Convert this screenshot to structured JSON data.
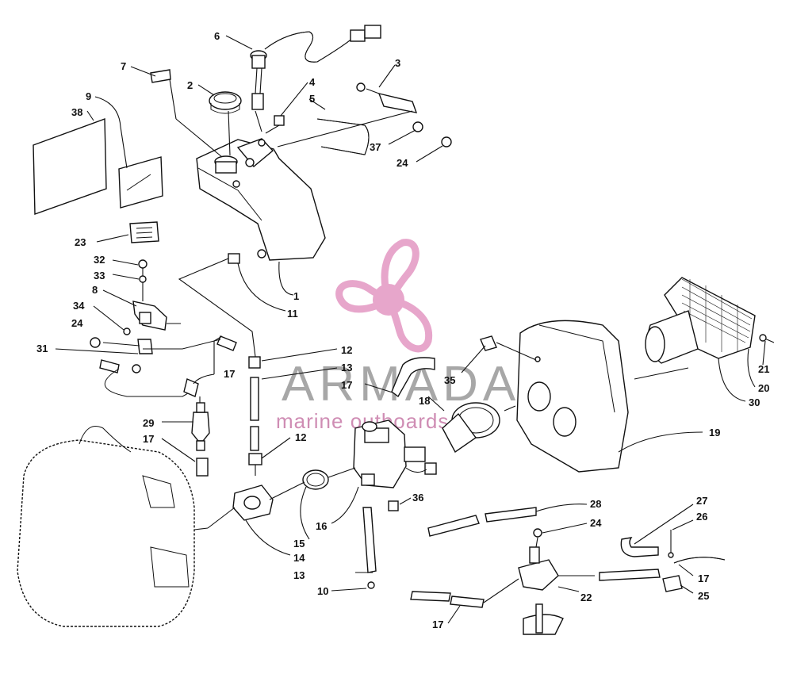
{
  "callouts": [
    {
      "n": "1"
    },
    {
      "n": "2"
    },
    {
      "n": "3"
    },
    {
      "n": "4"
    },
    {
      "n": "5"
    },
    {
      "n": "6"
    },
    {
      "n": "7"
    },
    {
      "n": "8"
    },
    {
      "n": "9"
    },
    {
      "n": "10"
    },
    {
      "n": "11"
    },
    {
      "n": "12"
    },
    {
      "n": "12"
    },
    {
      "n": "13"
    },
    {
      "n": "13"
    },
    {
      "n": "14"
    },
    {
      "n": "15"
    },
    {
      "n": "16"
    },
    {
      "n": "17"
    },
    {
      "n": "17"
    },
    {
      "n": "17"
    },
    {
      "n": "17"
    },
    {
      "n": "17"
    },
    {
      "n": "18"
    },
    {
      "n": "19"
    },
    {
      "n": "20"
    },
    {
      "n": "21"
    },
    {
      "n": "22"
    },
    {
      "n": "23"
    },
    {
      "n": "24"
    },
    {
      "n": "24"
    },
    {
      "n": "24"
    },
    {
      "n": "25"
    },
    {
      "n": "26"
    },
    {
      "n": "27"
    },
    {
      "n": "28"
    },
    {
      "n": "29"
    },
    {
      "n": "30"
    },
    {
      "n": "31"
    },
    {
      "n": "32"
    },
    {
      "n": "33"
    },
    {
      "n": "34"
    },
    {
      "n": "35"
    },
    {
      "n": "36"
    },
    {
      "n": "37"
    },
    {
      "n": "38"
    }
  ],
  "watermark": {
    "title": "ARMADA",
    "subtitle": "marine outboards",
    "logo_color": "#e7a6cb",
    "text_color": "#8a8a8a"
  }
}
